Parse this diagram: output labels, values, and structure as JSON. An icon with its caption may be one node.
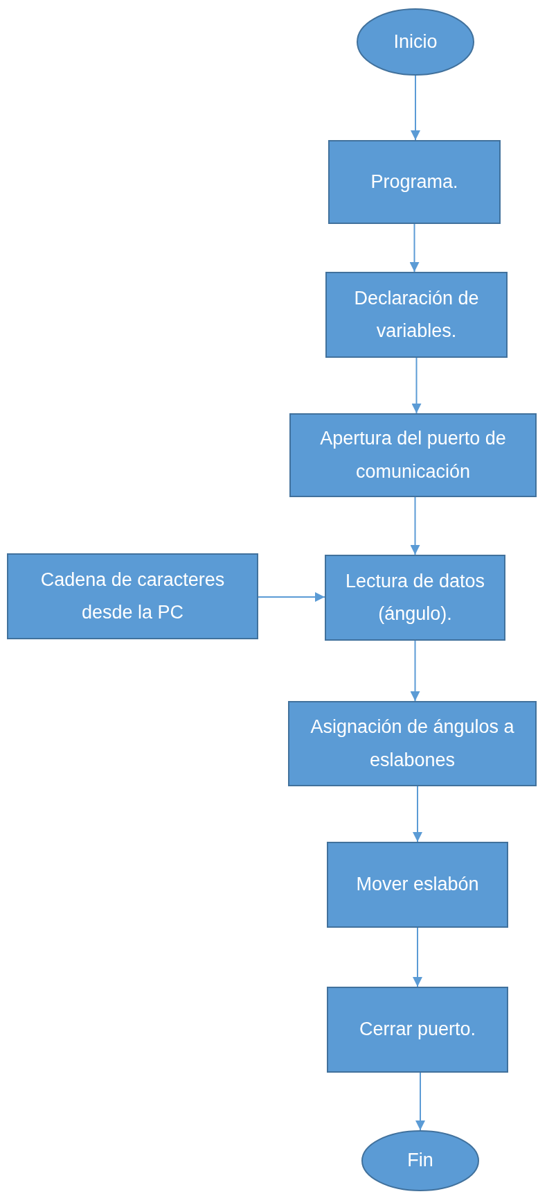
{
  "diagram": {
    "nodes": [
      {
        "text": [
          "Inicio"
        ]
      },
      {
        "text": [
          "Programa."
        ]
      },
      {
        "text": [
          "Declaración de variables."
        ]
      },
      {
        "text": [
          "Apertura del puerto de comunicación"
        ]
      },
      {
        "text": [
          "Cadena de caracteres desde la PC"
        ]
      },
      {
        "text": [
          "Lectura de datos (ángulo)."
        ]
      },
      {
        "text": [
          "Asignación de ángulos a eslabones"
        ]
      },
      {
        "text": [
          "Mover eslabón"
        ]
      },
      {
        "text": [
          "Cerrar puerto."
        ]
      },
      {
        "text": [
          "Fin"
        ]
      }
    ],
    "edges": [
      {
        "from": 0,
        "to": 1,
        "arrow": "to"
      },
      {
        "from": 1,
        "to": 2,
        "arrow": "to"
      },
      {
        "from": 2,
        "to": 3,
        "arrow": "to"
      },
      {
        "from": 3,
        "to": 5,
        "arrow": "to"
      },
      {
        "from": 4,
        "to": 5,
        "arrow": "to"
      },
      {
        "from": 5,
        "to": 6,
        "arrow": "to"
      },
      {
        "from": 6,
        "to": 7,
        "arrow": "to"
      },
      {
        "from": 7,
        "to": 8,
        "arrow": "to"
      },
      {
        "from": 8,
        "to": 9,
        "arrow": "to"
      }
    ]
  }
}
